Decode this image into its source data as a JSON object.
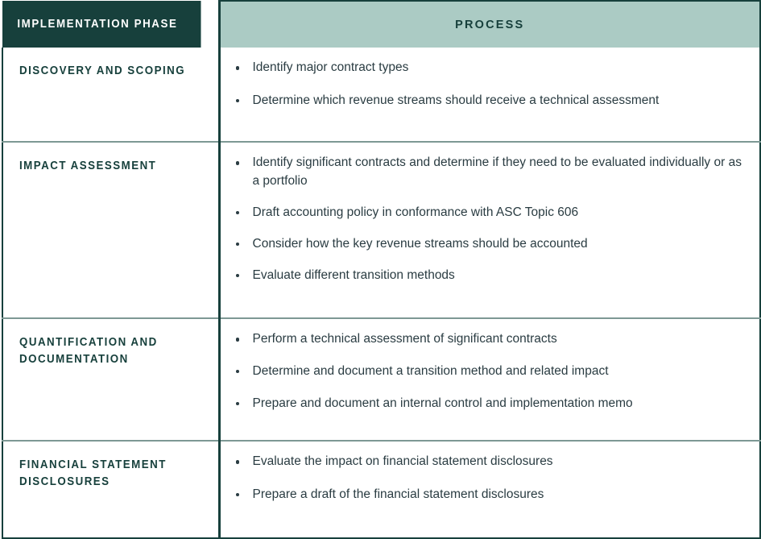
{
  "table": {
    "columns": [
      {
        "key": "phase",
        "label": "IMPLEMENTATION PHASE"
      },
      {
        "key": "process",
        "label": "PROCESS"
      }
    ],
    "colors": {
      "header_dark": "#17403c",
      "header_accent": "#abcbc4",
      "header_text_light": "#ffffff",
      "body_text": "#2a3c42",
      "phase_text": "#17403c",
      "row_divider": "#7d9894",
      "outer_border": "#17403c"
    },
    "rows": [
      {
        "phase": "DISCOVERY AND SCOPING",
        "process": [
          "Identify major contract types",
          "Determine which revenue streams should receive a technical assessment"
        ]
      },
      {
        "phase": "IMPACT ASSESSMENT",
        "process": [
          "Identify significant contracts and determine if they need to be evaluated individually or as a portfolio",
          "Draft accounting policy in conformance with ASC Topic 606",
          "Consider how the key revenue streams should be accounted",
          "Evaluate different transition methods"
        ]
      },
      {
        "phase": "QUANTIFICATION AND\nDOCUMENTATION",
        "process": [
          "Perform a technical assessment of significant contracts",
          "Determine and document a transition method and related impact",
          "Prepare and document an internal control and implementation memo"
        ]
      },
      {
        "phase": "FINANCIAL STATEMENT\nDISCLOSURES",
        "process": [
          "Evaluate the impact on financial statement disclosures",
          "Prepare a draft of the financial statement disclosures"
        ]
      }
    ]
  }
}
